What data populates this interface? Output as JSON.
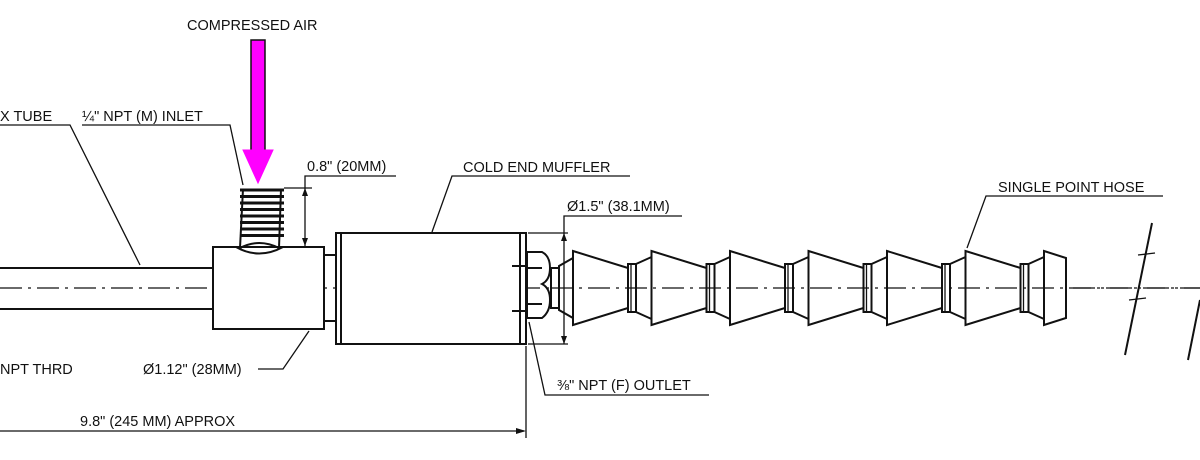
{
  "diagram": {
    "title": "Vortex tube with cold end muffler and single point hose",
    "colors": {
      "air_arrow": "#ff00ff",
      "line": "#111111",
      "background": "#ffffff"
    },
    "labels": {
      "compressed_air": "COMPRESSED AIR",
      "vortex_tube": "X TUBE",
      "inlet": "¼\" NPT (M) INLET",
      "inlet_height": "0.8\" (20MM)",
      "cold_end_muffler": "COLD END MUFFLER",
      "muffler_diameter": "Ø1.5\" (38.1MM)",
      "single_point_hose": "SINGLE POINT HOSE",
      "npt_thread": "NPT THRD",
      "body_diameter": "Ø1.12\" (28MM)",
      "outlet": "⅜\" NPT (F) OUTLET",
      "overall_length": "9.8\" (245 MM) APPROX"
    },
    "hose_segments": 7
  }
}
